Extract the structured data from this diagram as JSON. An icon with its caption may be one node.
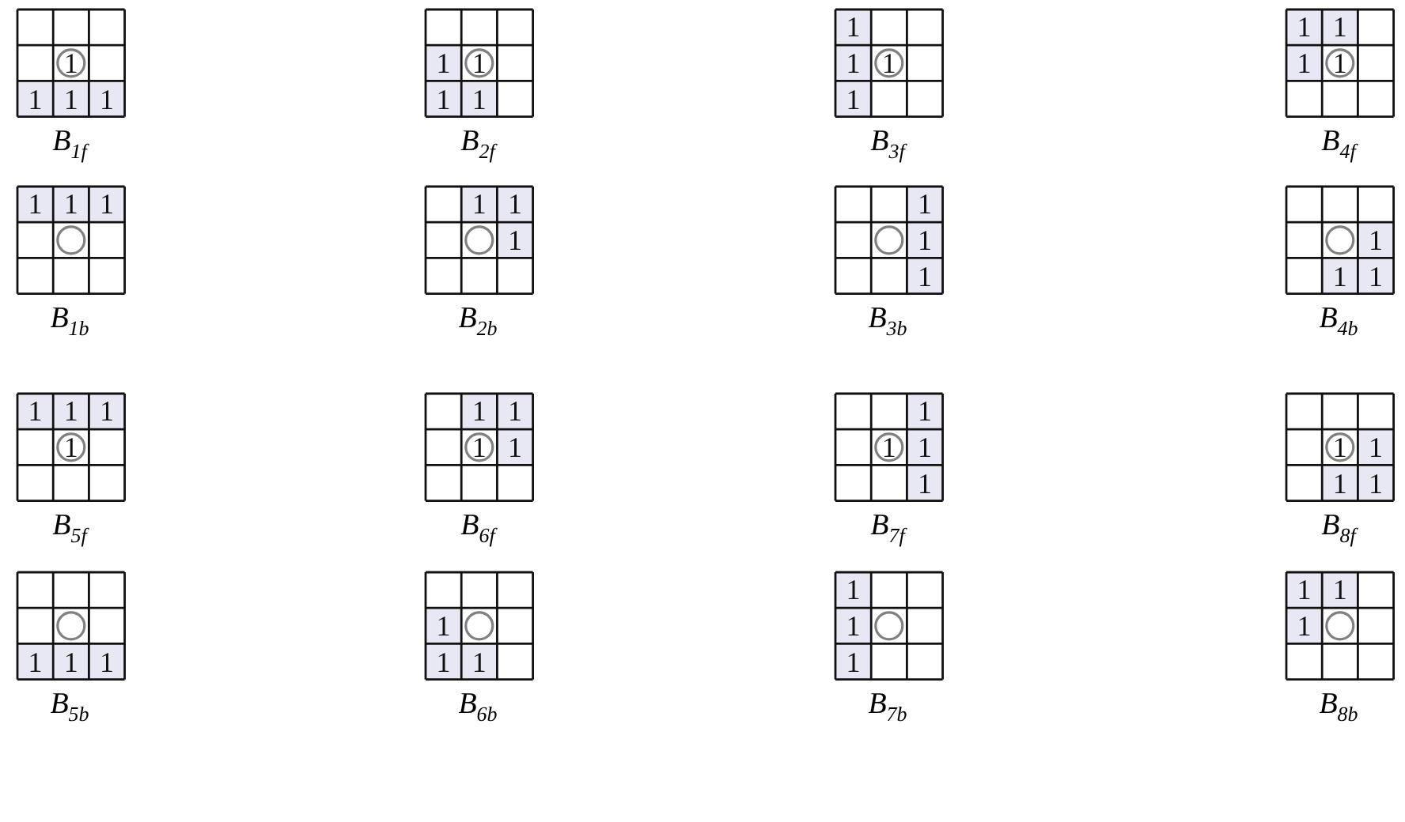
{
  "diagram": {
    "nodes": [
      {
        "text": [
          "1",
          "1",
          "1",
          "1"
        ],
        "beside": [
          "B$_{1f}$"
        ]
      },
      {
        "text": [
          "1",
          "1",
          "1",
          "1"
        ],
        "beside": [
          "B$_{2f}$"
        ]
      },
      {
        "text": [
          "1",
          "1",
          "1",
          "1"
        ],
        "beside": [
          "B$_{3f}$"
        ]
      },
      {
        "text": [
          "1",
          "1",
          "1",
          "1"
        ],
        "beside": [
          "B$_{4f}$"
        ]
      },
      {
        "text": [
          "1",
          "1",
          "1"
        ],
        "beside": [
          "B$_{1b}$"
        ]
      },
      {
        "text": [
          "1",
          "1",
          "1"
        ],
        "beside": [
          "B$_{2b}$"
        ]
      },
      {
        "text": [
          "1",
          "1",
          "1"
        ],
        "beside": [
          "B$_{3b}$"
        ]
      },
      {
        "text": [
          "1",
          "1",
          "1"
        ],
        "beside": [
          "B$_{4b}$"
        ]
      },
      {
        "text": [
          "1",
          "1",
          "1",
          "1"
        ],
        "beside": [
          "B$_{5f}$"
        ]
      },
      {
        "text": [
          "1",
          "1",
          "1",
          "1"
        ],
        "beside": [
          "B$_{6f}$"
        ]
      },
      {
        "text": [
          "1",
          "1",
          "1",
          "1"
        ],
        "beside": [
          "B$_{7f}$"
        ]
      },
      {
        "text": [
          "1",
          "1",
          "1",
          "1"
        ],
        "beside": [
          "B$_{8f}$"
        ]
      },
      {
        "text": [
          "1",
          "1",
          "1"
        ],
        "beside": [
          "B$_{5b}$"
        ]
      },
      {
        "text": [
          "1",
          "1",
          "1"
        ],
        "beside": [
          "B$_{6b}$"
        ]
      },
      {
        "text": [
          "1",
          "1",
          "1"
        ],
        "beside": [
          "B$_{7b}$"
        ]
      },
      {
        "text": [
          "1",
          "1",
          "1"
        ],
        "beside": [
          "B$_{8b}$"
        ]
      }
    ]
  }
}
